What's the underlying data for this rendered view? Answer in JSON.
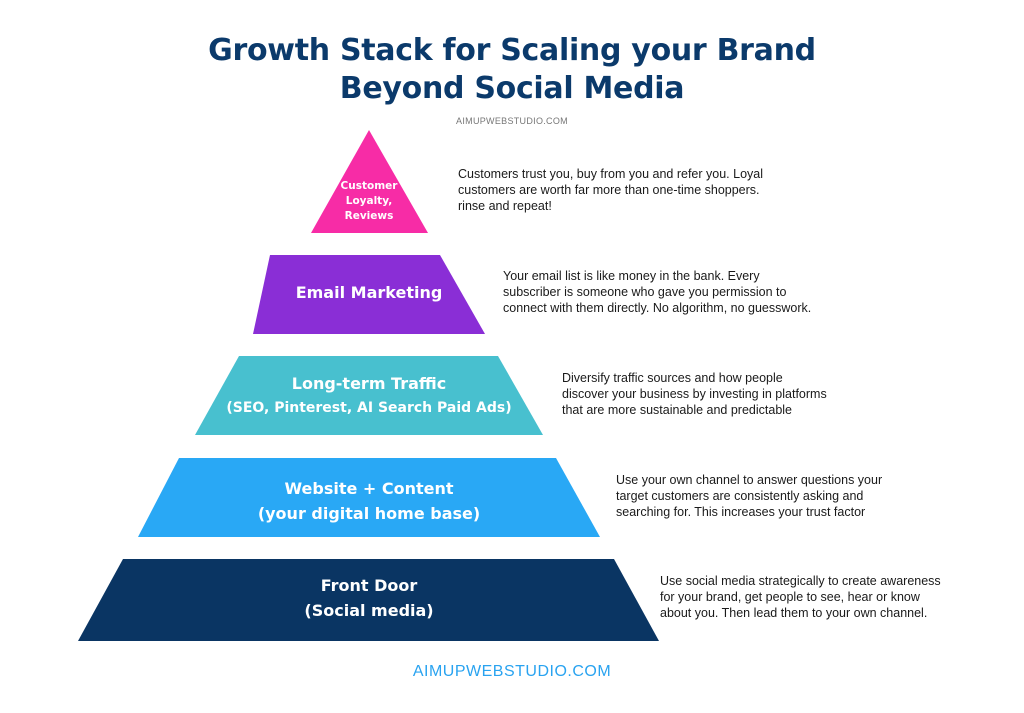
{
  "title": {
    "line1": "Growth Stack for Scaling your Brand",
    "line2": "Beyond Social Media"
  },
  "subtitle": "AIMUPWEBSTUDIO.COM",
  "footer": "AIMUPWEBSTUDIO.COM",
  "tiers": [
    {
      "label": [
        "Customer",
        "Loyalty,",
        "Reviews"
      ],
      "color": "#f72ca6",
      "description": [
        "Customers trust you, buy from you and refer you. Loyal",
        "customers are worth far more than one-time shoppers.",
        "rinse and repeat!"
      ]
    },
    {
      "label": [
        "Email Marketing"
      ],
      "color": "#8a2ed6",
      "description": [
        "Your email list is like money in the bank. Every",
        "subscriber is someone who gave you permission to",
        "connect with them directly. No algorithm, no guesswork."
      ]
    },
    {
      "label": [
        "Long-term Traffic",
        "(SEO, Pinterest, AI Search Paid Ads)"
      ],
      "color": "#48c0cf",
      "description": [
        "Diversify traffic sources and how people",
        "discover your business by investing in platforms",
        "that are more sustainable and predictable"
      ]
    },
    {
      "label": [
        "Website + Content",
        "(your digital home base)"
      ],
      "color": "#29a8f5",
      "description": [
        "Use your own channel to answer questions your",
        "target customers are consistently asking and",
        "searching for. This increases your trust factor"
      ]
    },
    {
      "label": [
        "Front Door",
        "(Social media)"
      ],
      "color": "#0a3563",
      "description": [
        "Use social media strategically to create awareness",
        "for your brand, get people to see, hear or know",
        "about you. Then lead them to your own channel."
      ]
    }
  ]
}
